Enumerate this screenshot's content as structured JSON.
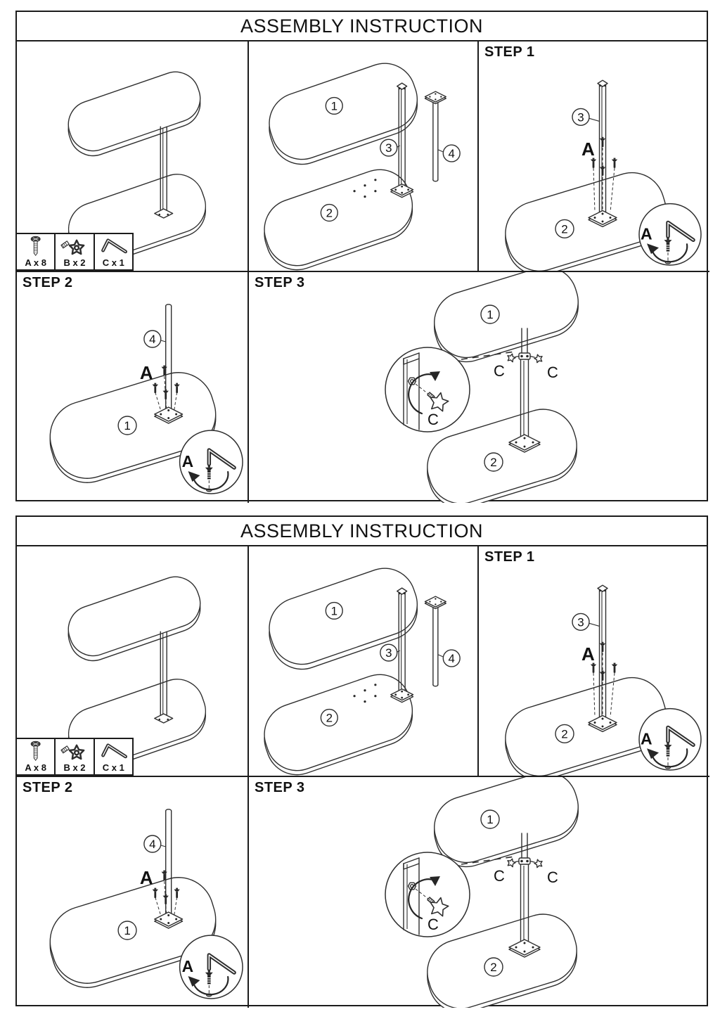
{
  "page": {
    "background": "#ffffff",
    "line_color": "#2e2e2e",
    "border_color": "#1c1c1c"
  },
  "sheet": {
    "title": "ASSEMBLY INSTRUCTION",
    "steps": {
      "step1": "STEP 1",
      "step2": "STEP 2",
      "step3": "STEP 3"
    },
    "hardware": [
      {
        "icon": "flat-head-screw-icon",
        "label": "A x 8"
      },
      {
        "icon": "star-knob-icon",
        "label": "B x 2"
      },
      {
        "icon": "allen-key-icon",
        "label": "C x 1"
      }
    ],
    "parts": {
      "p1": "1",
      "p2": "2",
      "p3": "3",
      "p4": "4"
    },
    "callouts": {
      "screw_letter": "A",
      "knob_letter": "C"
    }
  }
}
